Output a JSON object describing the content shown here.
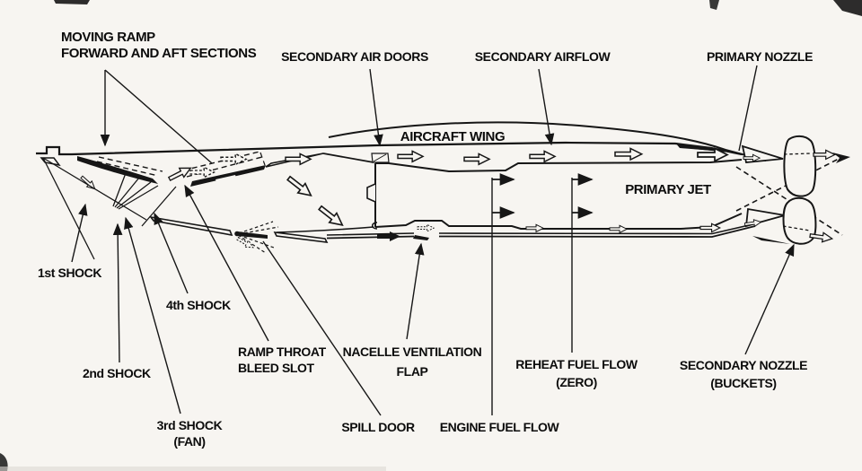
{
  "colors": {
    "ink": "#161616",
    "paper": "#f7f5f1"
  },
  "labels": {
    "moving_ramp": {
      "line1": "MOVING RAMP",
      "line2": "FORWARD AND AFT SECTIONS"
    },
    "secondary_air_doors": {
      "text": "SECONDARY AIR DOORS"
    },
    "secondary_airflow": {
      "text": "SECONDARY AIRFLOW"
    },
    "primary_nozzle": {
      "text": "PRIMARY NOZZLE"
    },
    "aircraft_wing": {
      "text": "AIRCRAFT WING"
    },
    "primary_jet": {
      "text": "PRIMARY JET"
    },
    "shock_1": {
      "text": "1st SHOCK"
    },
    "shock_2": {
      "text": "2nd SHOCK"
    },
    "shock_3": {
      "line1": "3rd SHOCK",
      "line2": "(FAN)"
    },
    "shock_4": {
      "text": "4th SHOCK"
    },
    "ramp_throat_bleed_slot": {
      "line1": "RAMP THROAT",
      "line2": "BLEED SLOT"
    },
    "nacelle_ventilation_flap": {
      "line1": "NACELLE VENTILATION",
      "line2": "FLAP"
    },
    "spill_door": {
      "text": "SPILL DOOR"
    },
    "engine_fuel_flow": {
      "text": "ENGINE FUEL FLOW"
    },
    "reheat_fuel_flow": {
      "line1": "REHEAT FUEL FLOW",
      "line2": "(ZERO)"
    },
    "secondary_nozzle": {
      "line1": "SECONDARY NOZZLE",
      "line2": "(BUCKETS)"
    }
  }
}
